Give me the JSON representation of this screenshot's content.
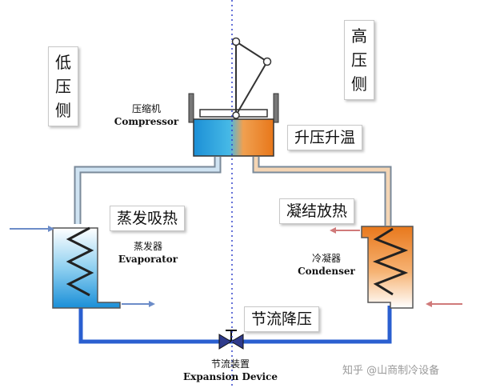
{
  "sides": {
    "low": "低压侧",
    "high": "高压侧"
  },
  "processes": {
    "compress": "升压升温",
    "condense": "凝结放热",
    "evaporate": "蒸发吸热",
    "throttle": "节流降压"
  },
  "components": {
    "compressor": {
      "zh": "压缩机",
      "en": "Compressor"
    },
    "evaporator": {
      "zh": "蒸发器",
      "en": "Evaporator"
    },
    "condenser": {
      "zh": "冷凝器",
      "en": "Condenser"
    },
    "expansion": {
      "zh": "节流装置",
      "en": "Expansion Device"
    }
  },
  "watermark": "知乎 @山商制冷设备",
  "colors": {
    "hot": "#e87a18",
    "cold": "#1e9bd8",
    "pipe_outline": "#7a8a9a",
    "liquid_line": "#2a5fd0",
    "divider": "#3344cc"
  }
}
